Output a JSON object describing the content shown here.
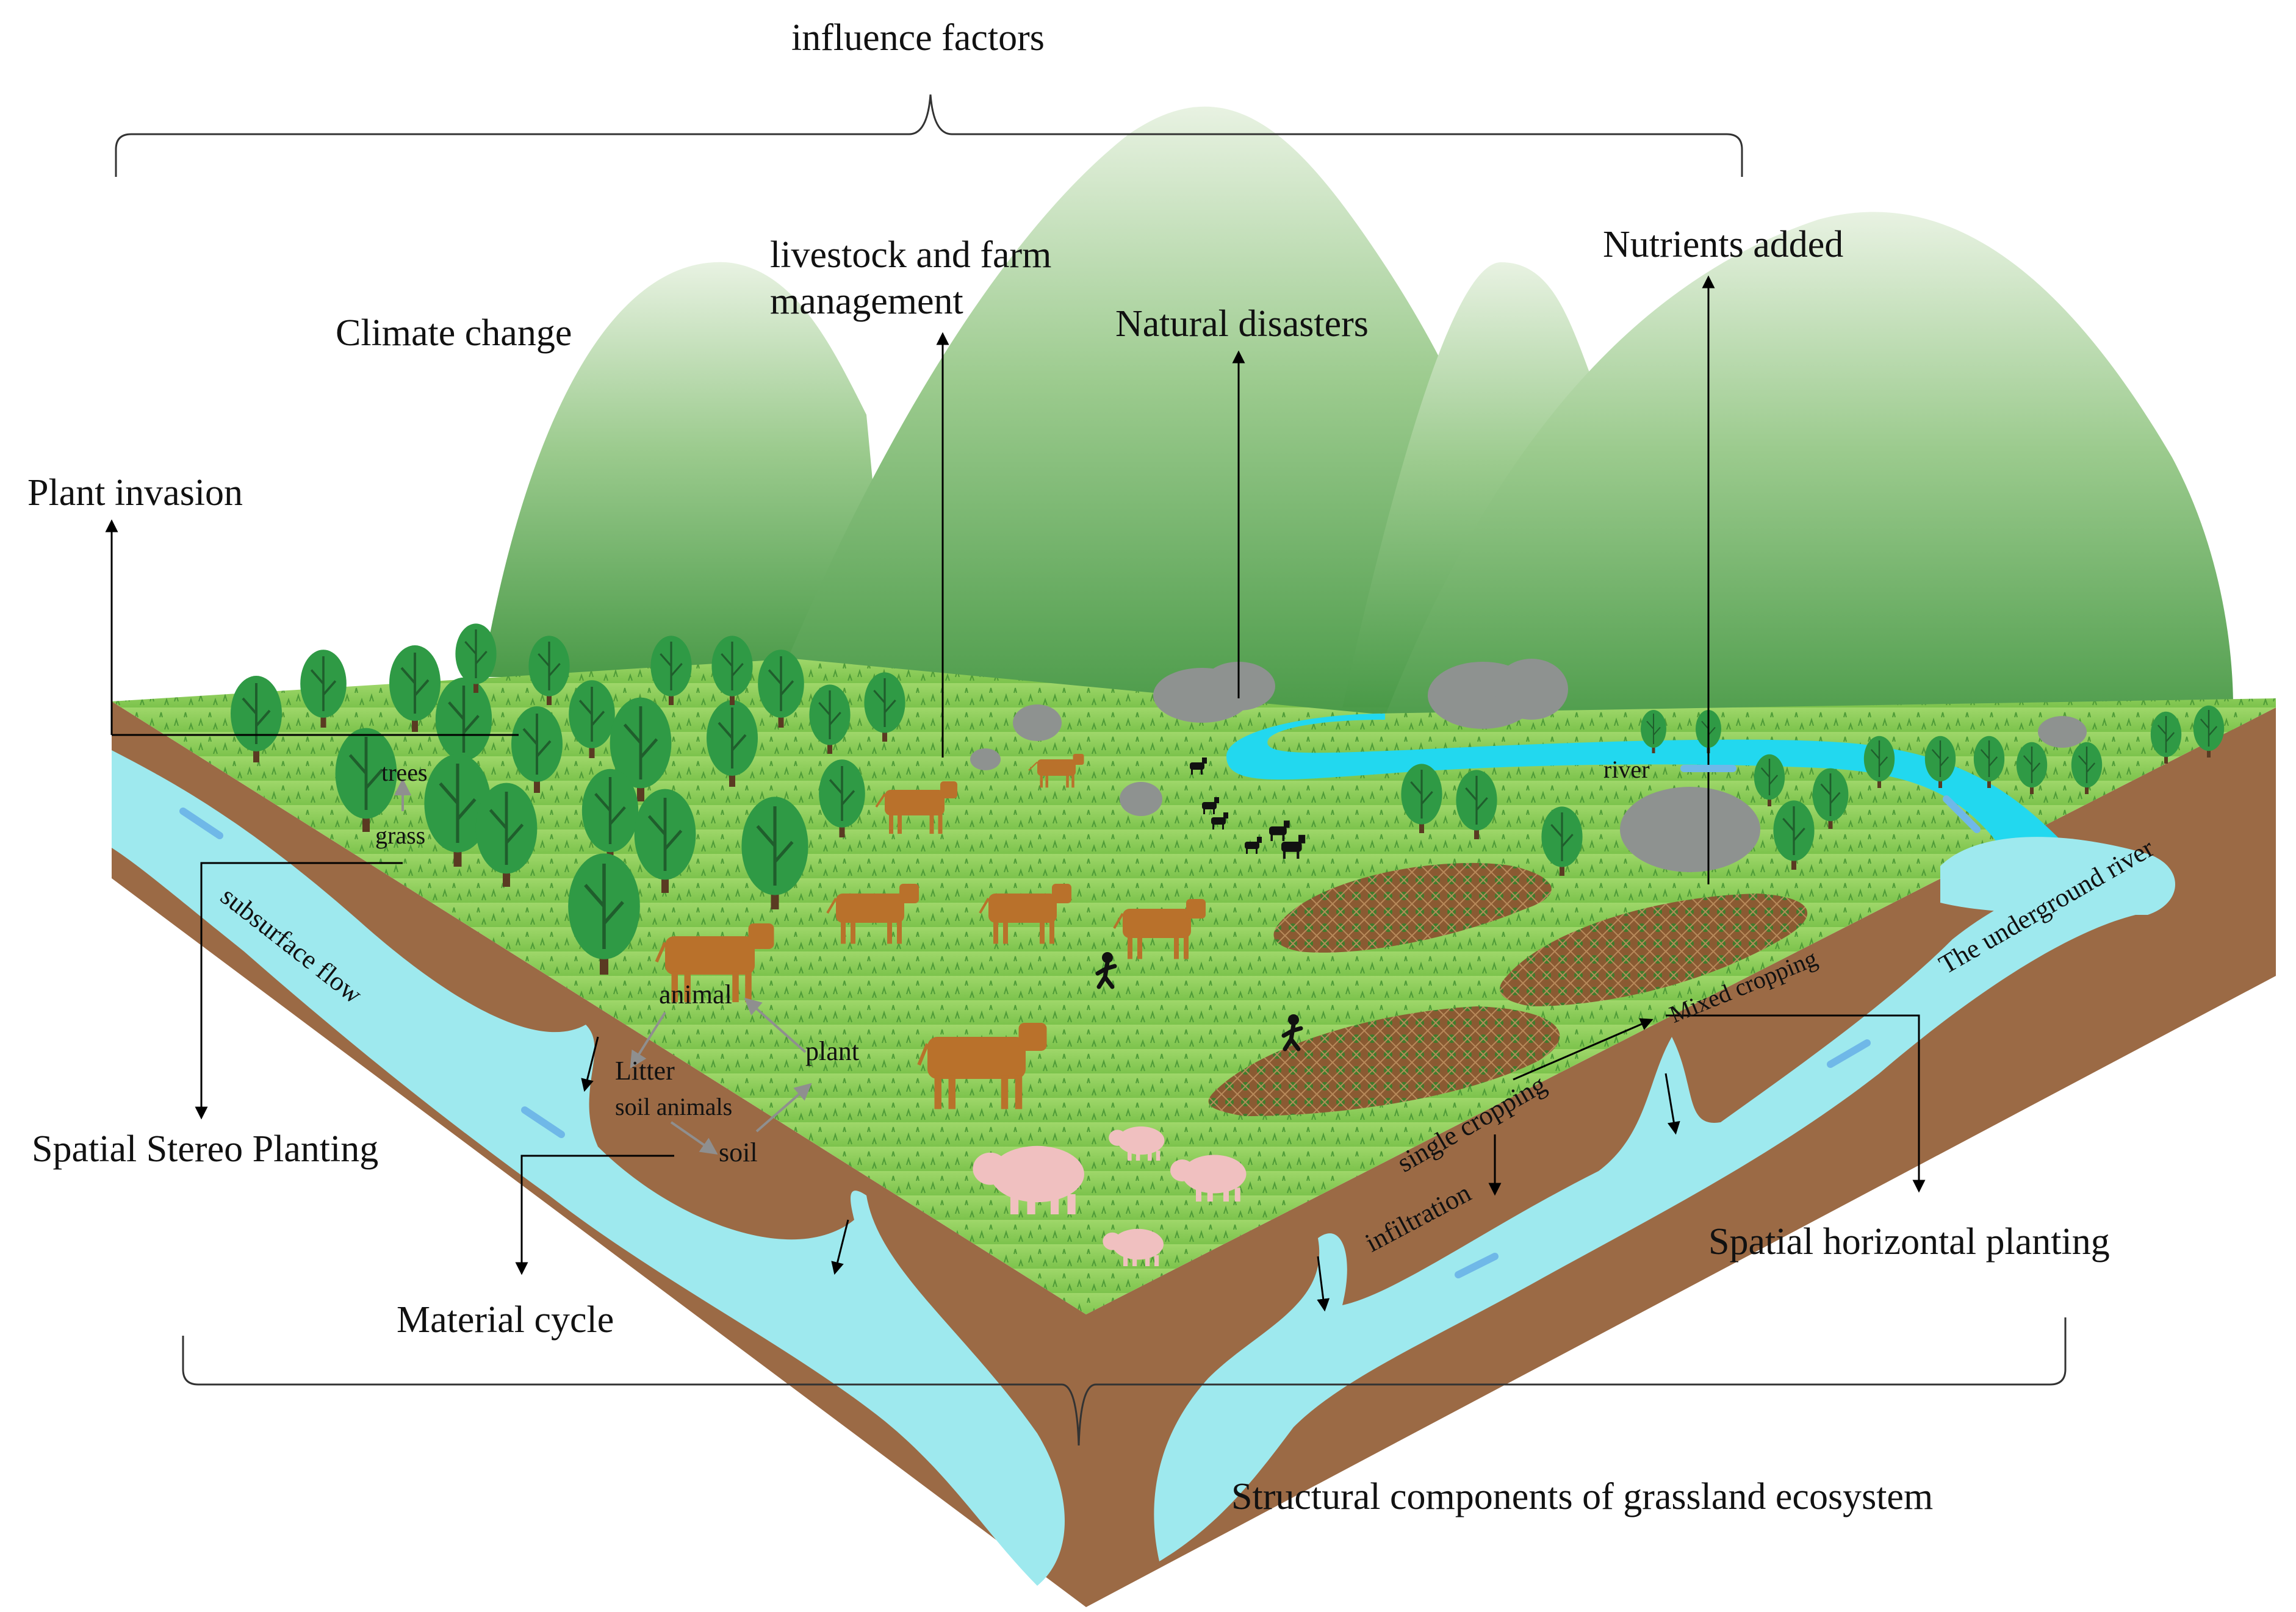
{
  "title_top": "influence factors",
  "title_bottom": "Structural components of grassland ecosystem",
  "influence_factors": {
    "plant_invasion": "Plant invasion",
    "climate_change": "Climate change",
    "livestock_line1": "livestock and farm",
    "livestock_line2": "management",
    "natural_disasters": "Natural disasters",
    "nutrients_added": "Nutrients added"
  },
  "components": {
    "spatial_stereo": "Spatial Stereo Planting",
    "material_cycle": "Material cycle",
    "spatial_horizontal": "Spatial horizontal planting"
  },
  "scene_labels": {
    "trees": "trees",
    "grass": "grass",
    "subsurface_flow": "subsurface flow",
    "animal": "animal",
    "plant": "plant",
    "litter": "Litter",
    "soil_animals": "soil animals",
    "soil": "soil",
    "river": "river",
    "underground_river": "The underground river",
    "mixed_cropping": "Mixed cropping",
    "single_cropping": "single cropping",
    "infiltration": "infiltration"
  },
  "colors": {
    "grass": "#8fcf5a",
    "soil": "#9b6a45",
    "water": "#9ee9ee",
    "river": "#22d8ef",
    "mountain": "#5ea65a",
    "tree": "#2f9a45",
    "cow": "#b9712b",
    "pig": "#f0c0c0",
    "rock": "#8e9290",
    "field": "#8a5a32"
  }
}
